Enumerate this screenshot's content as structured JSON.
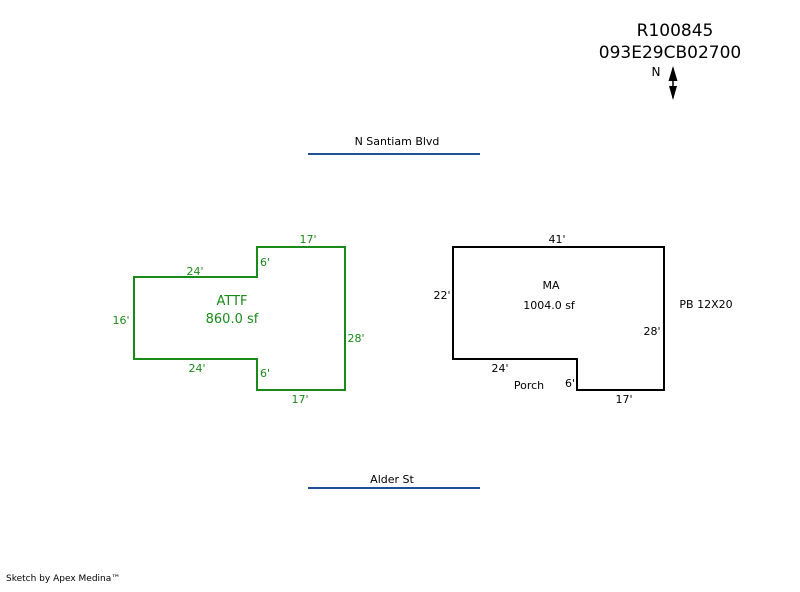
{
  "header": {
    "account": "R100845",
    "map_tax_lot": "093E29CB02700",
    "north_label": "N"
  },
  "streets": {
    "top": "N Santiam Blvd",
    "bottom": "Alder St"
  },
  "attf": {
    "name": "ATTF",
    "area": "860.0 sf",
    "dims": {
      "top_right": "17'",
      "top_left": "24'",
      "notch_top": "6'",
      "left": "16'",
      "right": "28'",
      "bottom_left": "24'",
      "notch_bottom": "6'",
      "bottom_right": "17'"
    }
  },
  "ma": {
    "name": "MA",
    "area": "1004.0 sf",
    "dims": {
      "top": "41'",
      "left": "22'",
      "right": "28'",
      "bottom_left": "24'",
      "notch": "6'",
      "bottom_right": "17'"
    },
    "porch_label": "Porch",
    "pb_label": "PB 12X20"
  },
  "footer": "Sketch by Apex Medina™",
  "colors": {
    "attf_line": "#1a8a1a",
    "ma_line": "#000000",
    "street_line": "#1f4e9a"
  }
}
